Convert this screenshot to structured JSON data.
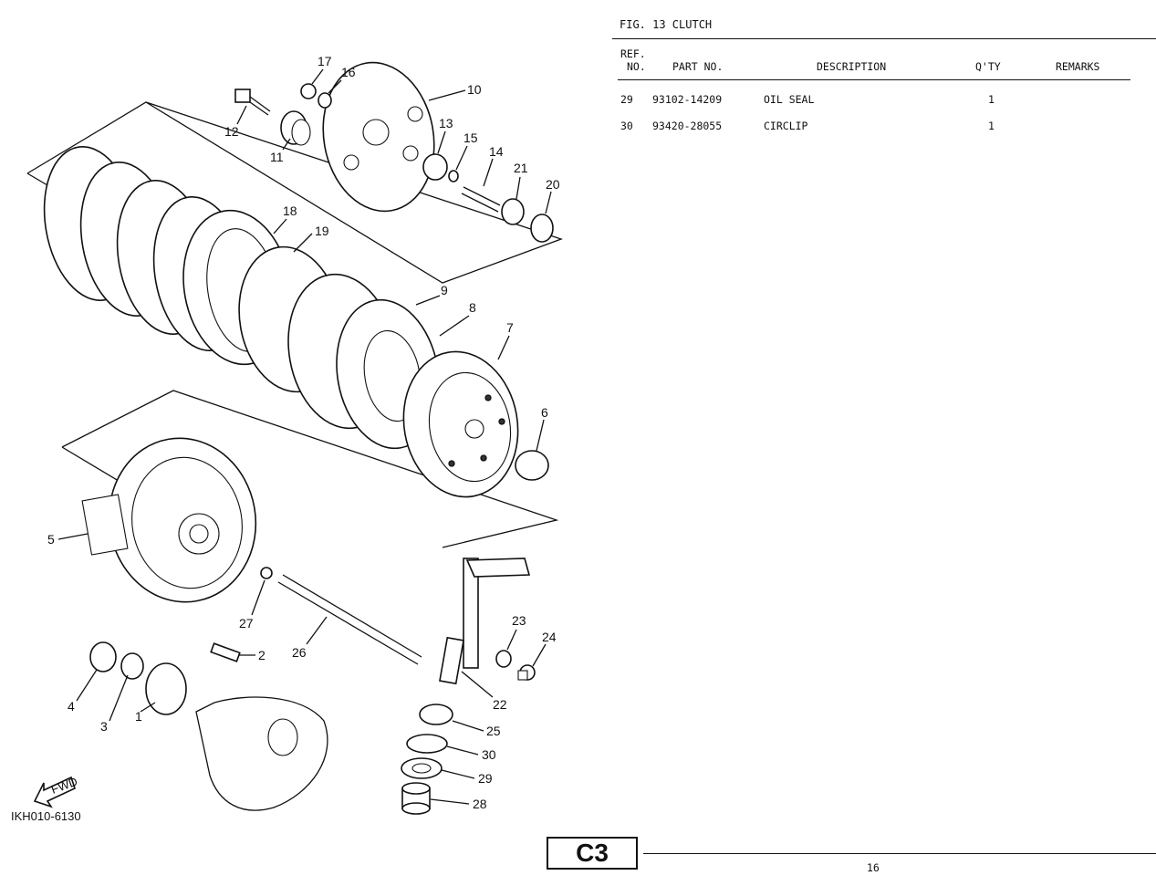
{
  "header": {
    "figure_title": "FIG. 13  CLUTCH",
    "col_ref_line1": "REF.",
    "col_ref_line2": "NO.",
    "col_part_no": "PART NO.",
    "col_description": "DESCRIPTION",
    "col_qty": "Q'TY",
    "col_remarks": "REMARKS"
  },
  "parts": [
    {
      "ref": "29",
      "part_no": "93102-14209",
      "description": "OIL SEAL",
      "qty": "1",
      "remarks": ""
    },
    {
      "ref": "30",
      "part_no": "93420-28055",
      "description": "CIRCLIP",
      "qty": "1",
      "remarks": ""
    }
  ],
  "diagram": {
    "drawing_code": "IKH010-6130",
    "fwd_label": "FWD",
    "callouts": [
      "1",
      "2",
      "3",
      "4",
      "5",
      "6",
      "7",
      "8",
      "9",
      "10",
      "11",
      "12",
      "13",
      "14",
      "15",
      "16",
      "17",
      "18",
      "19",
      "20",
      "21",
      "22",
      "23",
      "24",
      "25",
      "26",
      "27",
      "28",
      "29",
      "30"
    ]
  },
  "footer": {
    "section_code": "C3",
    "page_number": "16"
  }
}
